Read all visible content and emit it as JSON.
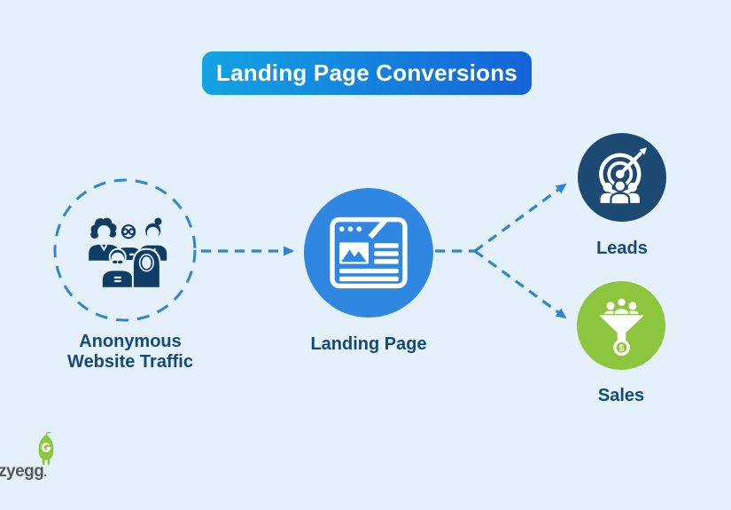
{
  "title": {
    "label": "Landing Page Conversions"
  },
  "flow": {
    "nodes": [
      {
        "id": "traffic",
        "label": "Anonymous Website Traffic",
        "icon": "people-group-icon",
        "shape": "dashed-outline-circle"
      },
      {
        "id": "landing",
        "label": "Landing Page",
        "icon": "browser-icon",
        "shape": "solid-circle"
      },
      {
        "id": "leads",
        "label": "Leads",
        "icon": "target-audience-icon",
        "shape": "solid-circle"
      },
      {
        "id": "sales",
        "label": "Sales",
        "icon": "sales-funnel-icon",
        "shape": "solid-circle"
      }
    ],
    "edges": [
      {
        "from": "traffic",
        "to": "landing",
        "style": "dashed-arrow"
      },
      {
        "from": "landing",
        "to": "leads",
        "style": "dashed-arrow"
      },
      {
        "from": "landing",
        "to": "sales",
        "style": "dashed-arrow"
      }
    ]
  },
  "labels": {
    "traffic_line1": "Anonymous",
    "traffic_line2": "Website Traffic",
    "landing": "Landing Page",
    "leads": "Leads",
    "sales": "Sales"
  },
  "icons": {
    "dollar_symbol": "$"
  },
  "logo": {
    "text": "zyegg",
    "mark": "."
  },
  "colors": {
    "background": "#e4f1fb",
    "banner_gradient_start": "#14a3e3",
    "banner_gradient_end": "#1563d8",
    "banner_text": "#ffffff",
    "label_text": "#134a78",
    "arrow_blue": "#2e86d3",
    "icon_navy": "#0d3c64",
    "landing_circle_blue": "#2f87e2",
    "leads_circle_navy": "#1c4a73",
    "sales_circle_green": "#8dc53f",
    "logo_green": "#8dc63f",
    "logo_text_gray": "#57585a"
  }
}
